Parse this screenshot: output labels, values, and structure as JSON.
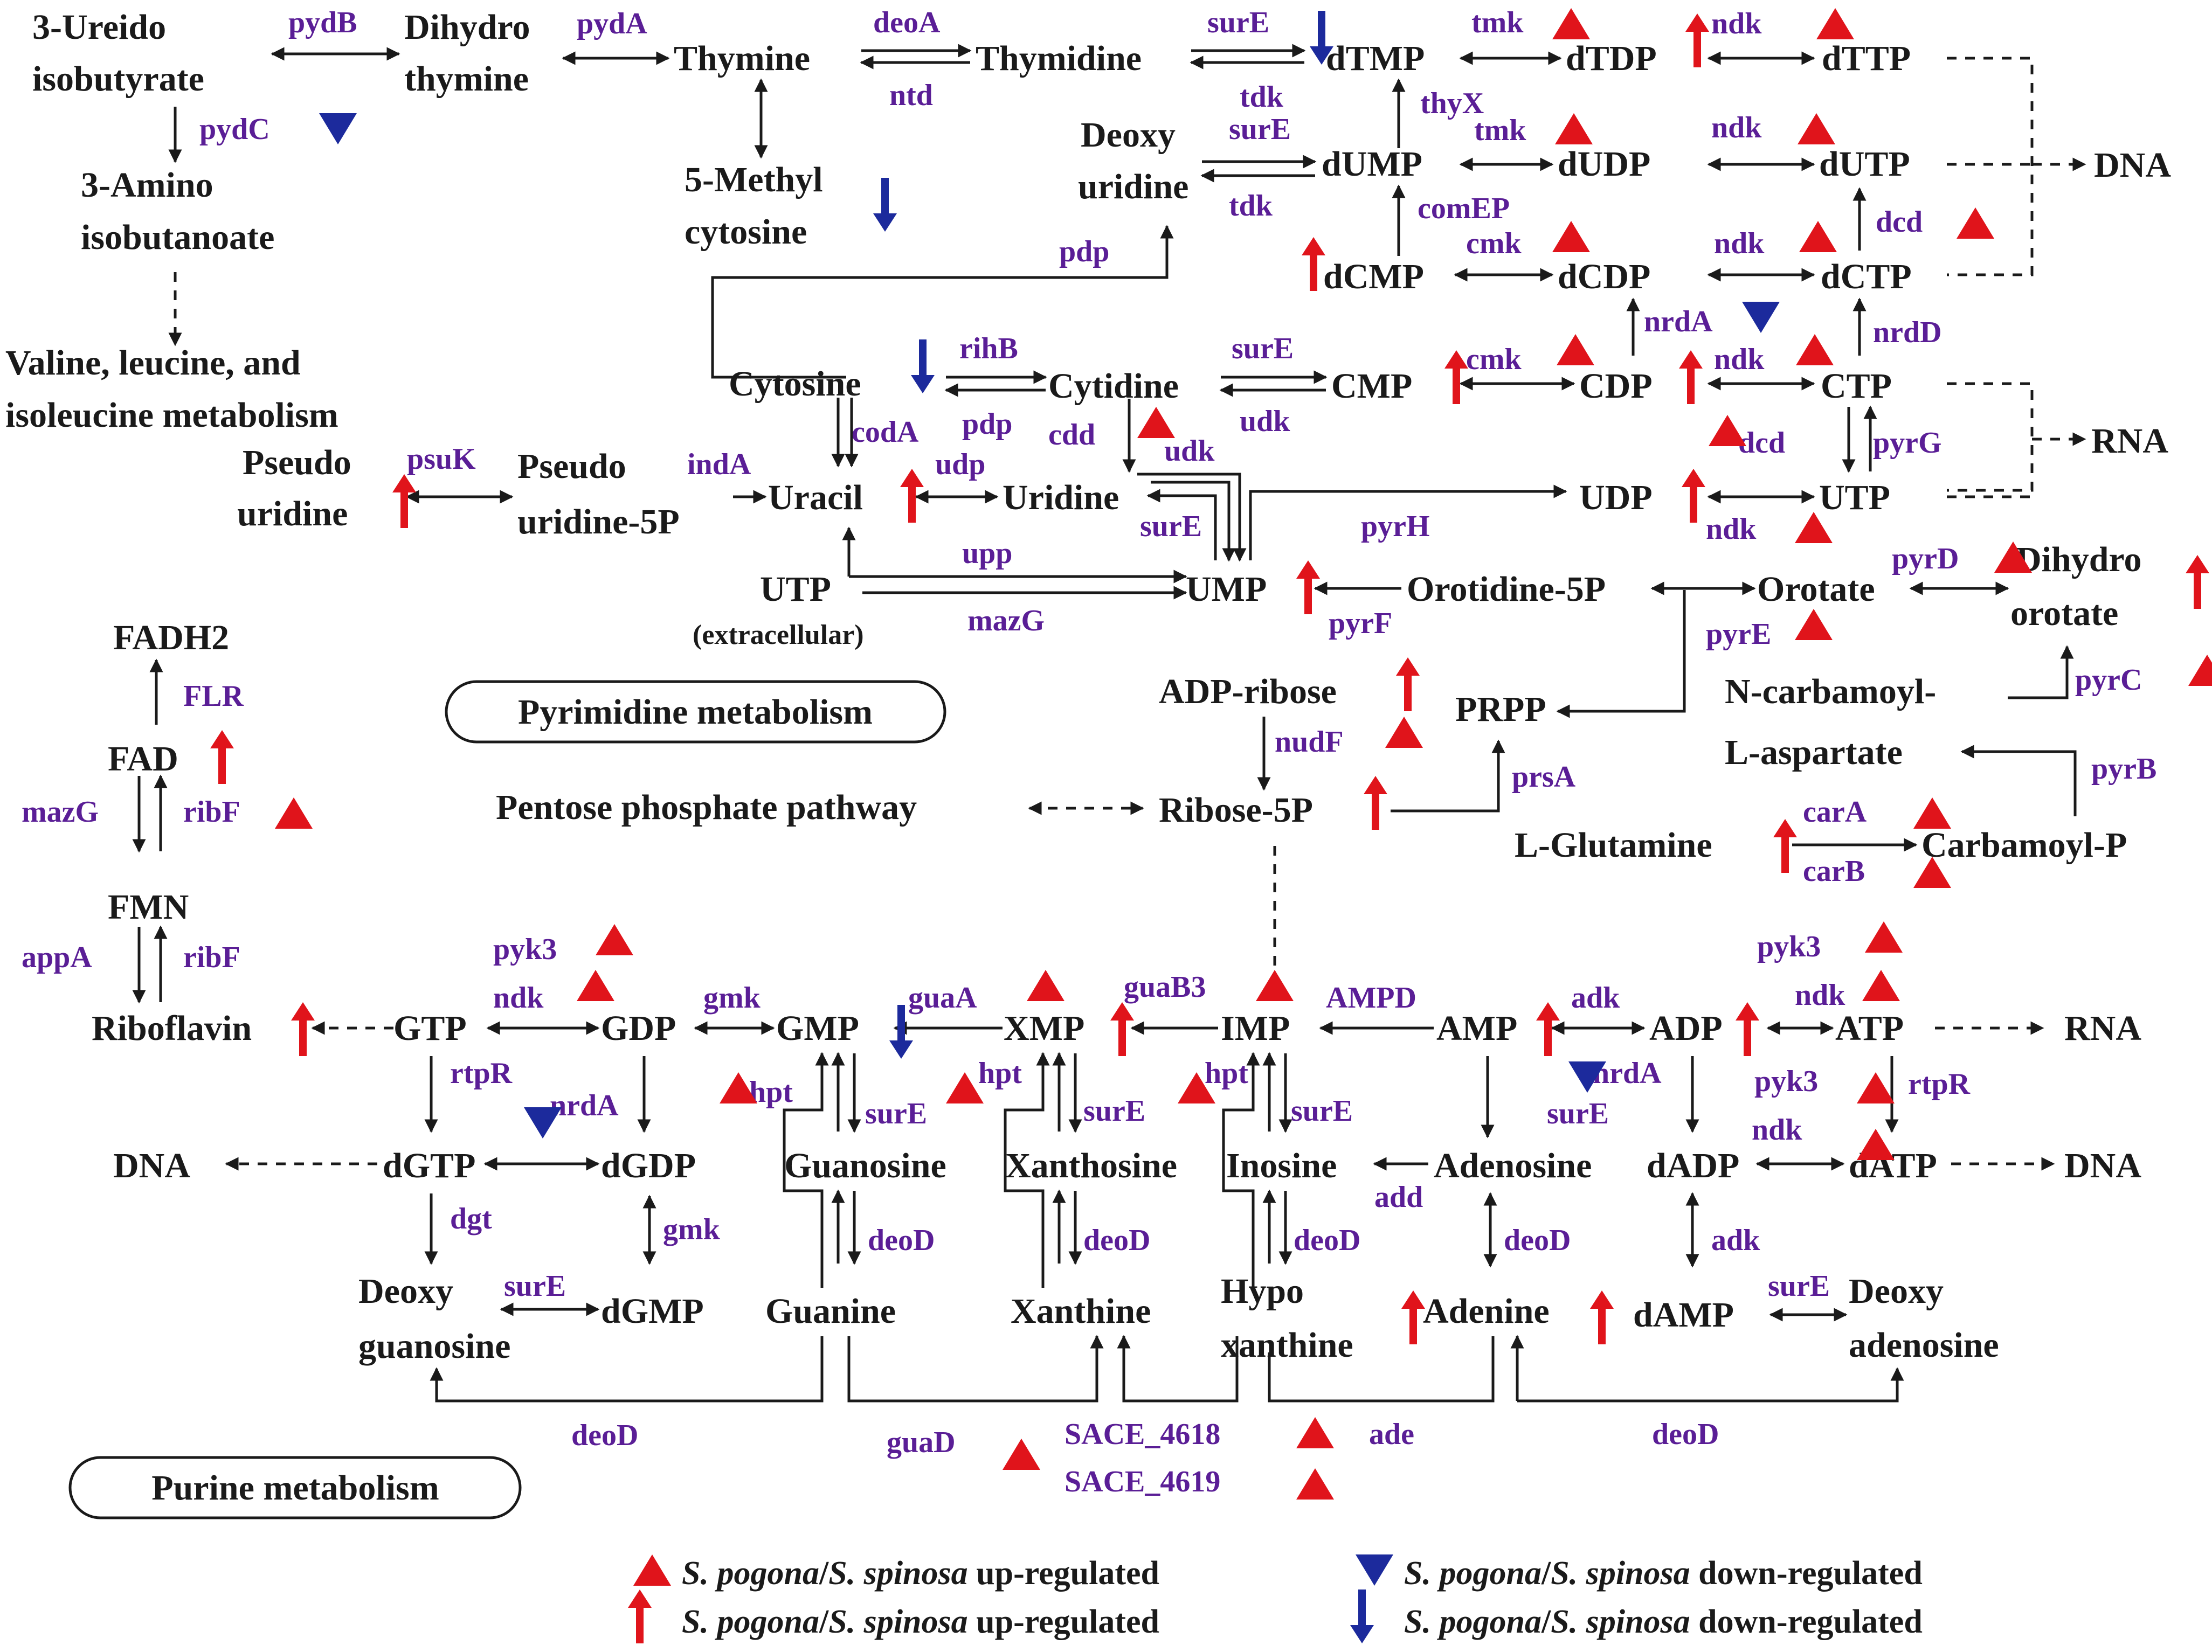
{
  "colors": {
    "metabolite": "#1a1a1a",
    "enzyme": "#5a1e96",
    "up": "#e0141b",
    "down": "#1c2a9c"
  },
  "sections": {
    "pyrimidine": "Pyrimidine metabolism",
    "purine": "Purine metabolism"
  },
  "legend": [
    {
      "glyph": "triangle-up",
      "color": "#e0141b",
      "sp1": "S. pogona",
      "sp2": "S. spinosa",
      "text": "up-regulated"
    },
    {
      "glyph": "arrow-up",
      "color": "#e0141b",
      "sp1": "S. pogona",
      "sp2": "S. spinosa",
      "text": "up-regulated"
    },
    {
      "glyph": "triangle-down",
      "color": "#1c2a9c",
      "sp1": "S. pogona",
      "sp2": "S. spinosa",
      "text": "down-regulated"
    },
    {
      "glyph": "arrow-down",
      "color": "#1c2a9c",
      "sp1": "S. pogona",
      "sp2": "S. spinosa",
      "text": "down-regulated"
    }
  ],
  "metabolites": [
    "3-Ureido",
    "isobutyrate",
    "Dihydro",
    "thymine",
    "Thymine",
    "Thymidine",
    "dTMP",
    "dTDP",
    "dTTP",
    "DNA",
    "3-Amino",
    "isobutanoate",
    "Valine, leucine, and",
    "isoleucine metabolism",
    "5-Methyl",
    "cytosine",
    "Deoxy",
    "uridine",
    "dUMP",
    "dUDP",
    "dUTP",
    "dCMP",
    "dCDP",
    "dCTP",
    "Cytosine",
    "Cytidine",
    "CMP",
    "CDP",
    "CTP",
    "RNA",
    "Pseudo",
    "uridine",
    "Pseudo",
    "uridine-5P",
    "Uracil",
    "Uridine",
    "UDP",
    "UTP",
    "UTP",
    "(extracellular)",
    "UMP",
    "Orotidine-5P",
    "Orotate",
    "Dihydro",
    "orotate",
    "FADH2",
    "FAD",
    "FMN",
    "Riboflavin",
    "ADP-ribose",
    "PRPP",
    "N-carbamoyl-",
    "L-aspartate",
    "Pentose phosphate pathway",
    "Ribose-5P",
    "L-Glutamine",
    "Carbamoyl-P",
    "GTP",
    "GDP",
    "GMP",
    "XMP",
    "IMP",
    "AMP",
    "ADP",
    "ATP",
    "RNA",
    "DNA",
    "dGTP",
    "dGDP",
    "Guanosine",
    "Xanthosine",
    "Inosine",
    "Adenosine",
    "dADP",
    "dATP",
    "DNA",
    "Deoxy",
    "guanosine",
    "dGMP",
    "Guanine",
    "Xanthine",
    "Hypo",
    "xanthine",
    "Adenine",
    "dAMP",
    "Deoxy",
    "adenosine"
  ],
  "enzymes": [
    "pydB",
    "pydA",
    "deoA",
    "ntd",
    "surE",
    "tmk",
    "ndk",
    "pydC",
    "tdk",
    "thyX",
    "surE",
    "tmk",
    "tdk",
    "ndk",
    "comEP",
    "pdp",
    "cmk",
    "ndk",
    "dcd",
    "nrdA",
    "rihB",
    "surE",
    "cmk",
    "ndk",
    "nrdD",
    "codA",
    "pdp",
    "udk",
    "cdd",
    "udk",
    "psuK",
    "indA",
    "udp",
    "dcd",
    "pyrG",
    "surE",
    "pyrH",
    "ndk",
    "upp",
    "mazG",
    "pyrF",
    "pyrD",
    "pyrE",
    "FLR",
    "nudF",
    "pyrC",
    "mazG",
    "ribF",
    "prsA",
    "pyrB",
    "carA",
    "carB",
    "appA",
    "ribF",
    "pyk3",
    "ndk",
    "gmk",
    "guaA",
    "guaB3",
    "AMPD",
    "adk",
    "pyk3",
    "ndk",
    "rtpR",
    "nrdA",
    "hpt",
    "hpt",
    "hpt",
    "surE",
    "surE",
    "surE",
    "surE",
    "nrdA",
    "pyk3",
    "rtpR",
    "ndk",
    "add",
    "dgt",
    "gmk",
    "deoD",
    "deoD",
    "deoD",
    "deoD",
    "adk",
    "surE",
    "surE",
    "deoD",
    "guaD",
    "SACE_4618",
    "ade",
    "deoD",
    "SACE_4619"
  ]
}
